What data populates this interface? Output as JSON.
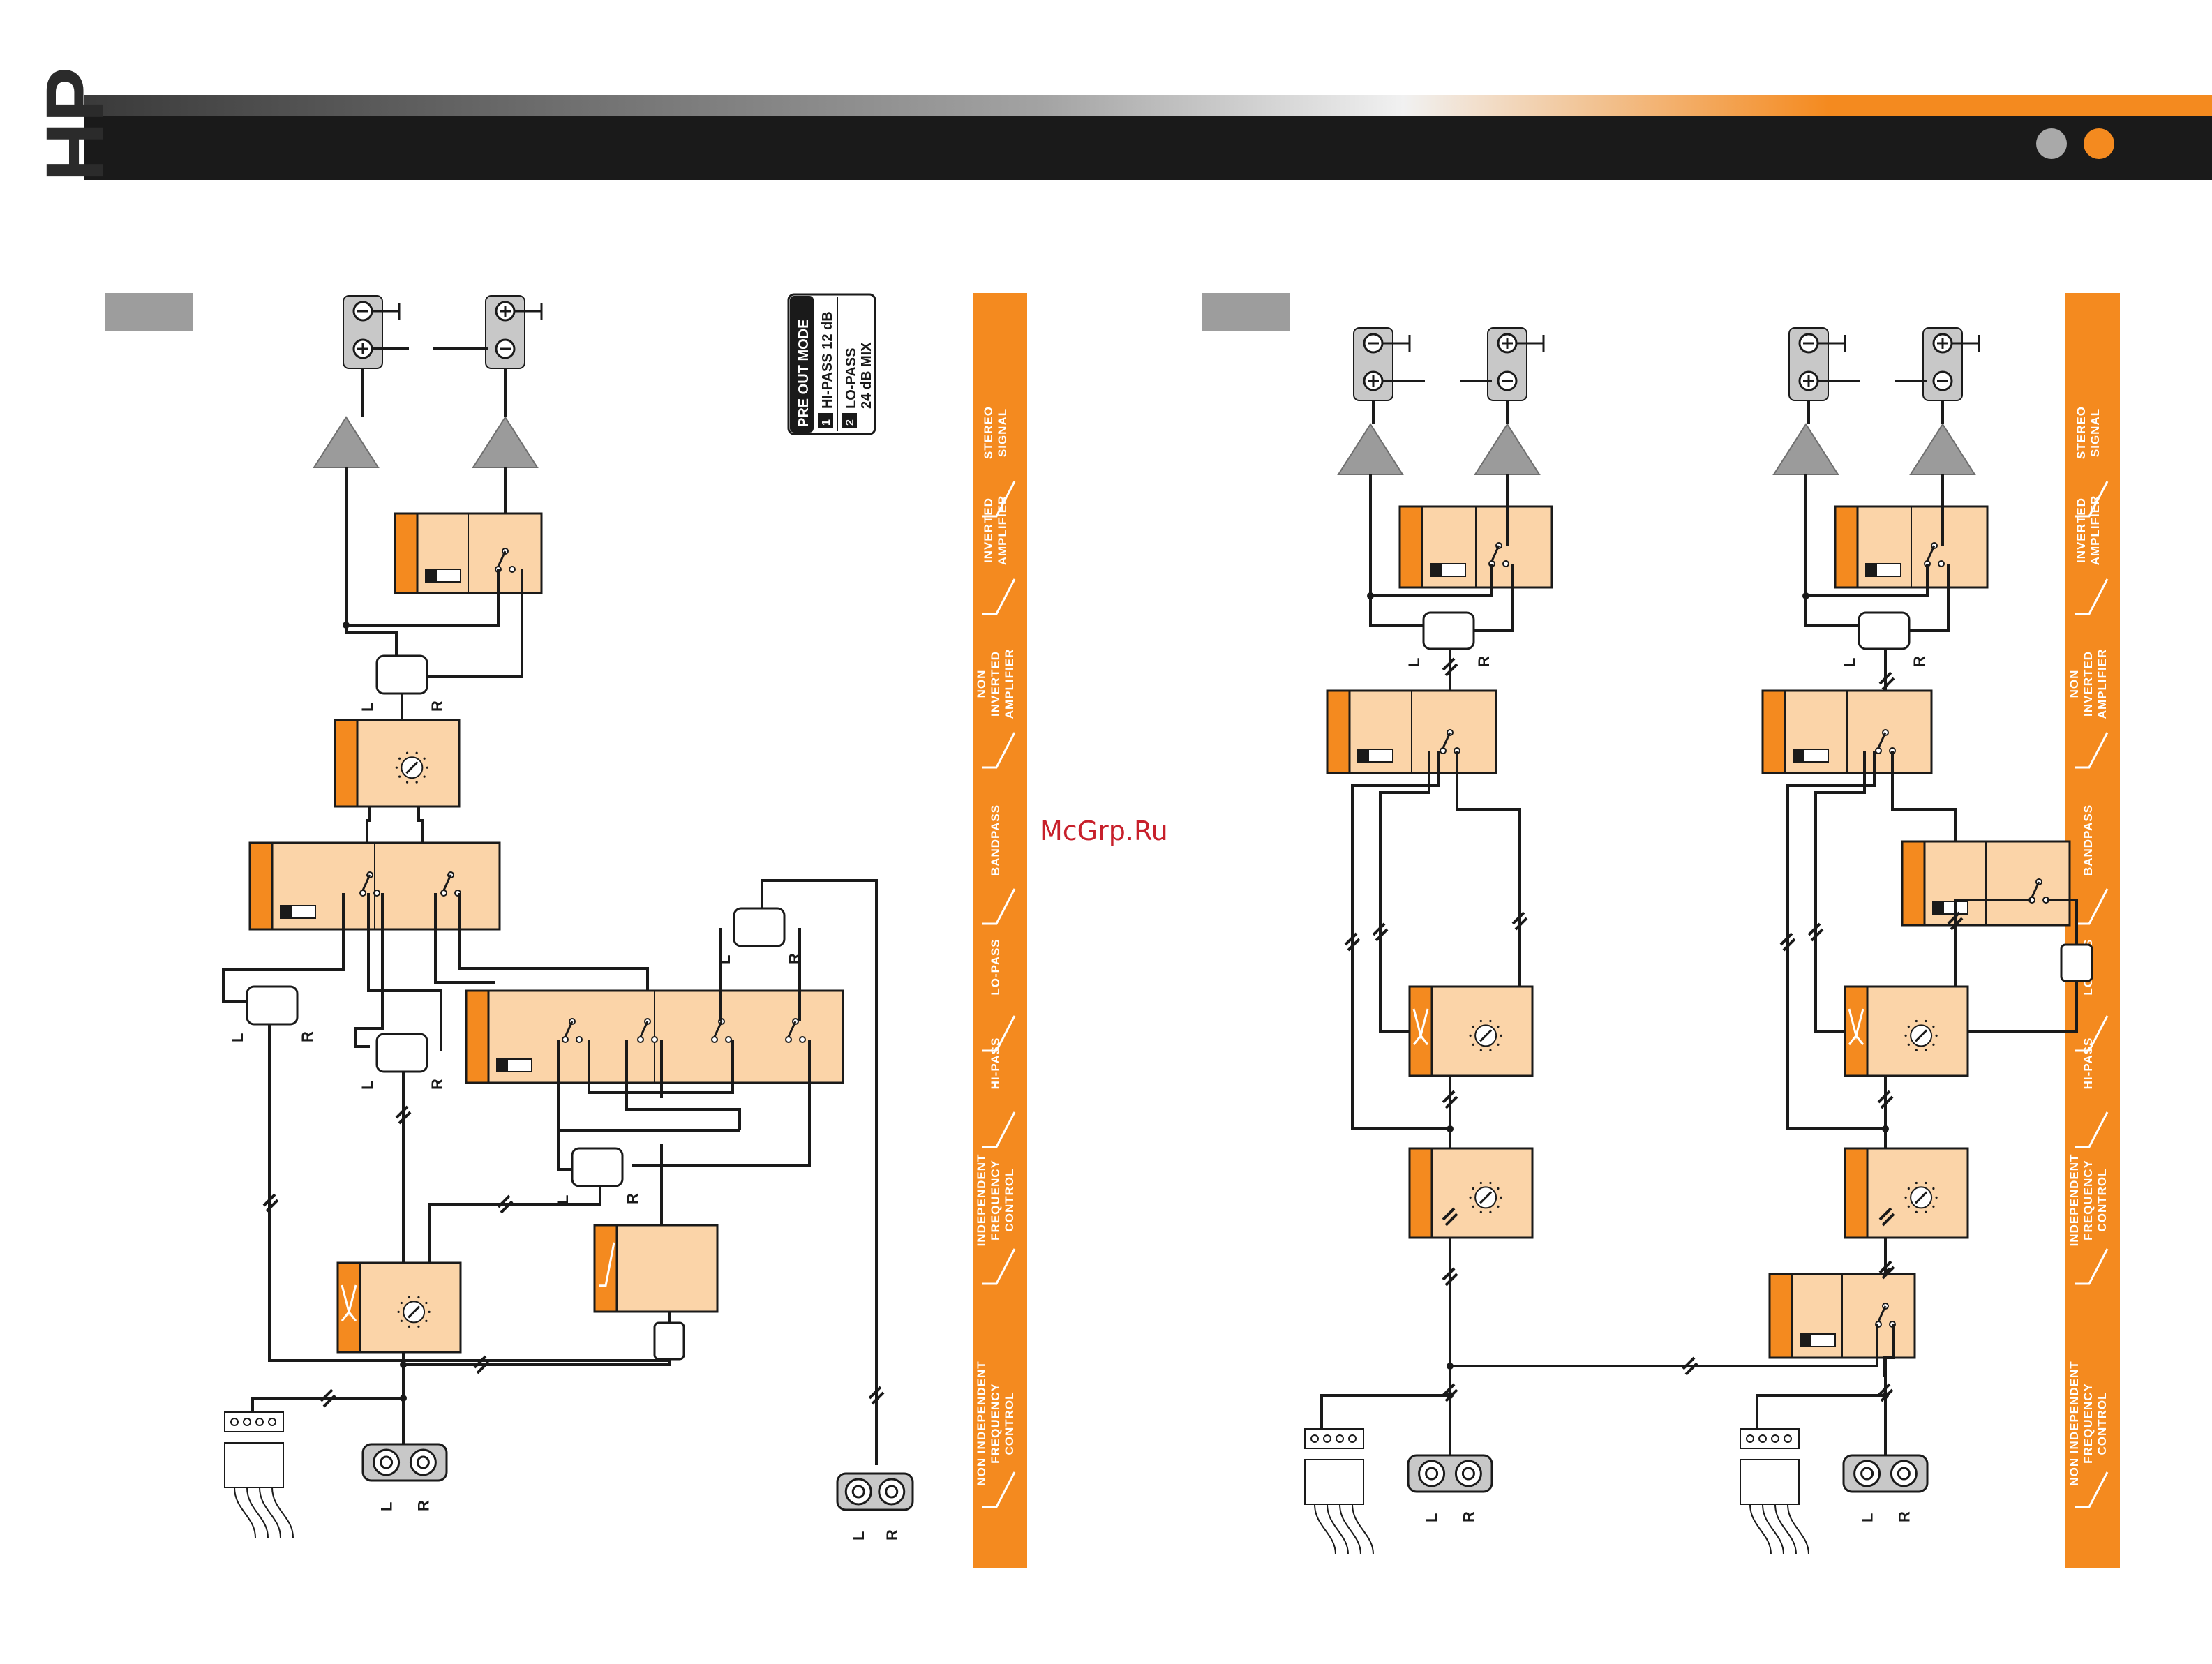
{
  "brand": {
    "logo_text": "HP"
  },
  "header": {
    "dots": [
      {
        "color": "#a9a9a9"
      },
      {
        "color": "#f48a1f"
      }
    ]
  },
  "colors": {
    "accent": "#f48a1f",
    "panel": "#fbd4a8",
    "line": "#1a1a1a",
    "header_bar": "#1a1a1a"
  },
  "watermark": "McGrp.Ru",
  "legend_box": {
    "title": "PRE OUT MODE",
    "items": [
      {
        "num": "1",
        "text": "HI-PASS 12 dB"
      },
      {
        "num": "2",
        "text": "LO-PASS",
        "text2": "24 dB MIX"
      }
    ]
  },
  "side_bar": {
    "items": [
      "STEREO SIGNAL",
      "INVERTED AMPLIFIER",
      "NON INVERTED AMPLIFIER",
      "BANDPASS",
      "LO-PASS",
      "HI-PASS",
      "INDEPENDENT FREQUENCY CONTROL",
      "NON INDEPENDENT FREQUENCY CONTROL"
    ]
  },
  "channel_labels": {
    "left": "L",
    "right": "R"
  }
}
